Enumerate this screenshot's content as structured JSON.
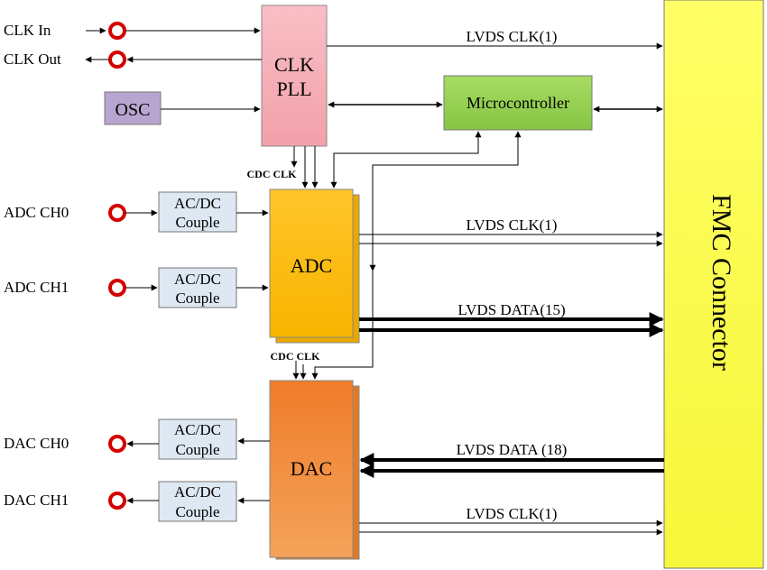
{
  "ports": {
    "clk_in": "CLK In",
    "clk_out": "CLK Out",
    "adc_ch0": "ADC CH0",
    "adc_ch1": "ADC CH1",
    "dac_ch0": "DAC CH0",
    "dac_ch1": "DAC CH1"
  },
  "blocks": {
    "osc": "OSC",
    "pll_line1": "CLK",
    "pll_line2": "PLL",
    "micro": "Microcontroller",
    "adc": "ADC",
    "dac": "DAC",
    "fmc": "FMC Connector",
    "couple_line1": "AC/DC",
    "couple_line2": "Couple"
  },
  "signals": {
    "lvds_clk_top": "LVDS CLK(1)",
    "lvds_clk_adc": "LVDS CLK(1)",
    "lvds_data_adc": "LVDS DATA(15)",
    "lvds_data_dac": "LVDS DATA (18)",
    "lvds_clk_dac": "LVDS CLK(1)",
    "cdc_clk_adc": "CDC CLK",
    "cdc_clk_dac": "CDC CLK"
  },
  "colors": {
    "pll": "#f4a7b0",
    "osc": "#b7a5cf",
    "micro": "#92d050",
    "fmc": "#ffff4d",
    "adc": "#ffc000",
    "dac": "#f08a30",
    "couple": "#dde8f2",
    "port_ring": "#d40000"
  }
}
